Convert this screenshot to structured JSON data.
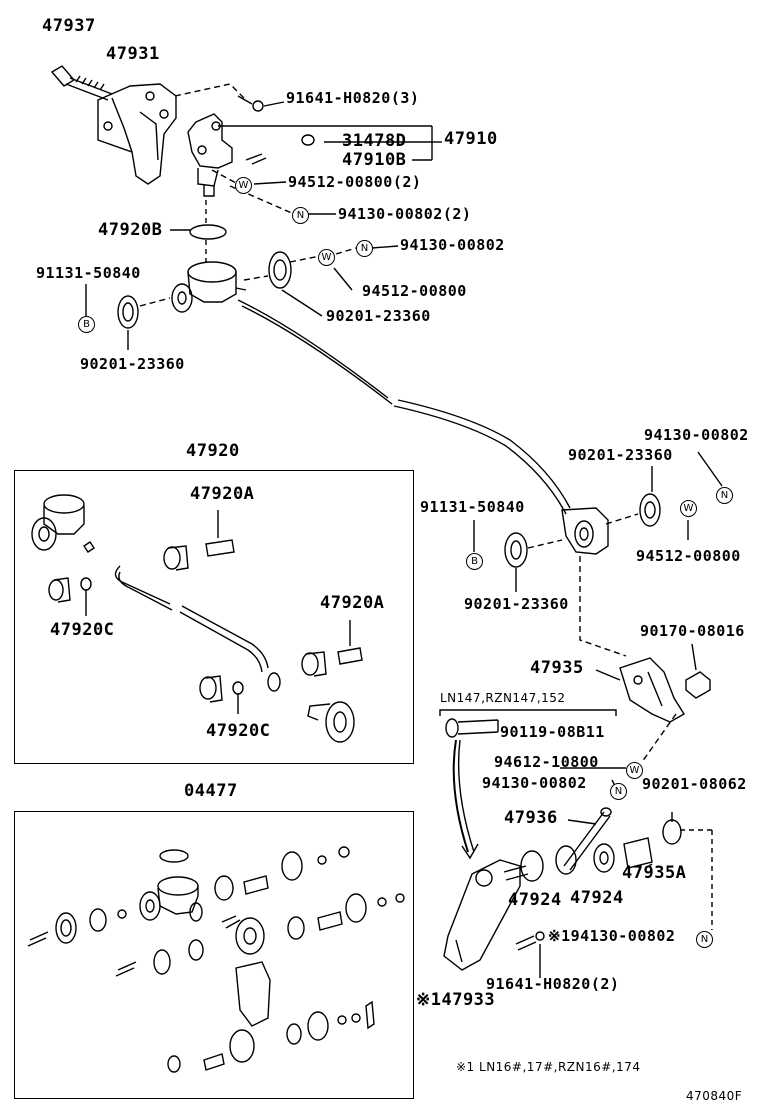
{
  "labels": {
    "p47937": "47937",
    "p47931": "47931",
    "bolt_h0820_3": "91641-H0820(3)",
    "p31478d": "31478D",
    "p47910": "47910",
    "p47910b": "47910B",
    "washer_00800_2": "94512-00800(2)",
    "nut_00802_2": "94130-00802(2)",
    "p47920b": "47920B",
    "nut_00802_top": "94130-00802",
    "bolt_50840_left": "91131-50840",
    "washer_00800_top": "94512-00800",
    "gasket_23360_mid": "90201-23360",
    "gasket_23360_left": "90201-23360",
    "p47920": "47920",
    "p47920a_1": "47920A",
    "p47920c_1": "47920C",
    "p47920a_2": "47920A",
    "p47920c_2": "47920C",
    "p04477": "04477",
    "nut_00802_right": "94130-00802",
    "gasket_23360_right": "90201-23360",
    "bolt_50840_right": "91131-50840",
    "washer_00800_right": "94512-00800",
    "gasket_23360_lower": "90201-23360",
    "bushing_08016": "90170-08016",
    "p47935": "47935",
    "applicability": "LN147,RZN147,152",
    "bolt_08b11": "90119-08B11",
    "washer_10800": "94612-10800",
    "nut_00802_lower": "94130-00802",
    "washer_08062": "90201-08062",
    "p47936": "47936",
    "p47935a": "47935A",
    "p47924_1": "47924",
    "p47924_2": "47924",
    "nut_00802_bracket": "※194130-00802",
    "bolt_h0820_2": "91641-H0820(2)",
    "p47933": "※147933",
    "footnote": "※1 LN16#,17#,RZN16#,174",
    "figure_id": "470840F"
  },
  "tags": {
    "w": "W",
    "n": "N",
    "b": "B"
  }
}
